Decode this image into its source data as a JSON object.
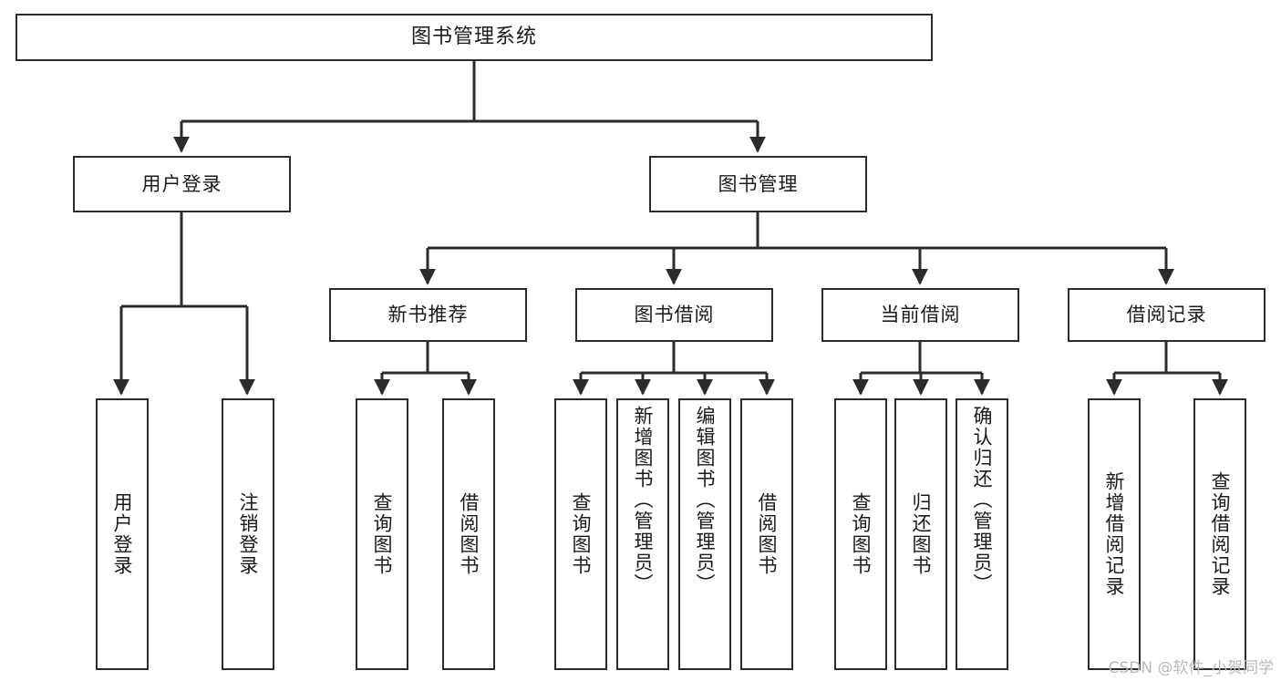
{
  "diagram": {
    "title": "图书管理系统",
    "type": "tree-hierarchy",
    "root": {
      "label": "图书管理系统"
    },
    "level1": [
      {
        "label": "用户登录"
      },
      {
        "label": "图书管理"
      }
    ],
    "level2": [
      {
        "label": "新书推荐"
      },
      {
        "label": "图书借阅"
      },
      {
        "label": "当前借阅"
      },
      {
        "label": "借阅记录"
      }
    ],
    "leaves": {
      "user_login": [
        {
          "label": "用户登录"
        },
        {
          "label": "注销登录"
        }
      ],
      "new_book_recommend": [
        {
          "label": "查询图书"
        },
        {
          "label": "借阅图书"
        }
      ],
      "book_borrow": [
        {
          "label": "查询图书"
        },
        {
          "label": "新增图书（管理员）"
        },
        {
          "label": "编辑图书（管理员）"
        },
        {
          "label": "借阅图书"
        }
      ],
      "current_borrow": [
        {
          "label": "查询图书"
        },
        {
          "label": "归还图书"
        },
        {
          "label": "确认归还（管理员）"
        }
      ],
      "borrow_record": [
        {
          "label": "新增借阅记录"
        },
        {
          "label": "查询借阅记录"
        }
      ]
    }
  },
  "watermark": {
    "text": "CSDN @软件_小贺同学"
  },
  "colors": {
    "stroke": "#2b2b2b",
    "box_fill": "#ffffff",
    "text": "#1a1a1a",
    "watermark": "#b9b9b9",
    "page_background": "#ffffff"
  }
}
